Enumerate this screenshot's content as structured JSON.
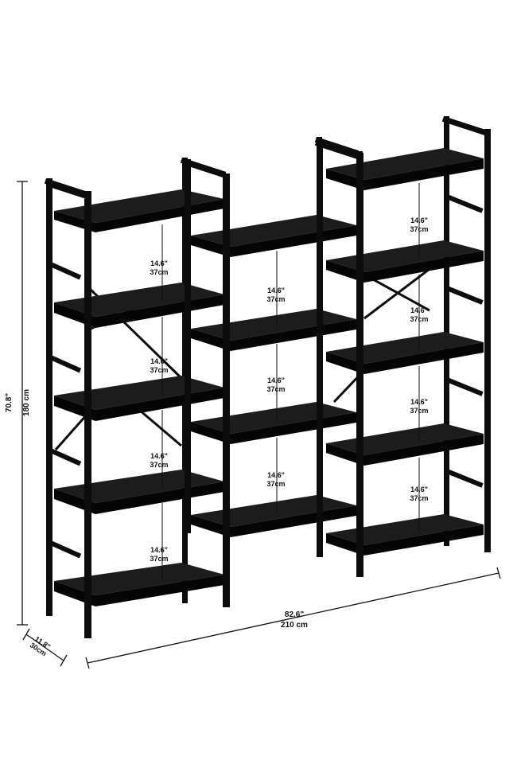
{
  "colors": {
    "frame": "#0c0c0c",
    "shelf_top": "#1c1c1c",
    "shelf_front": "#050505",
    "background": "#ffffff"
  },
  "dimensions": {
    "height": {
      "imperial": "70.8\"",
      "metric": "180 cm"
    },
    "width": {
      "imperial": "82.6\"",
      "metric": "210 cm"
    },
    "depth": {
      "imperial": "11.8\"",
      "metric": "30cm"
    }
  },
  "spacing": {
    "left": [
      {
        "imperial": "14.6\"",
        "metric": "37cm"
      },
      {
        "imperial": "14.6\"",
        "metric": "37cm"
      },
      {
        "imperial": "14.6\"",
        "metric": "37cm"
      },
      {
        "imperial": "14.6\"",
        "metric": "37cm"
      }
    ],
    "middle": [
      {
        "imperial": "14.6\"",
        "metric": "37cm"
      },
      {
        "imperial": "14.6\"",
        "metric": "37cm"
      },
      {
        "imperial": "14.6\"",
        "metric": "37cm"
      }
    ],
    "right": [
      {
        "imperial": "14.6\"",
        "metric": "37cm"
      },
      {
        "imperial": "14.6\"",
        "metric": "37cm"
      },
      {
        "imperial": "14.6\"",
        "metric": "37cm"
      },
      {
        "imperial": "14.6\"",
        "metric": "37cm"
      }
    ]
  }
}
